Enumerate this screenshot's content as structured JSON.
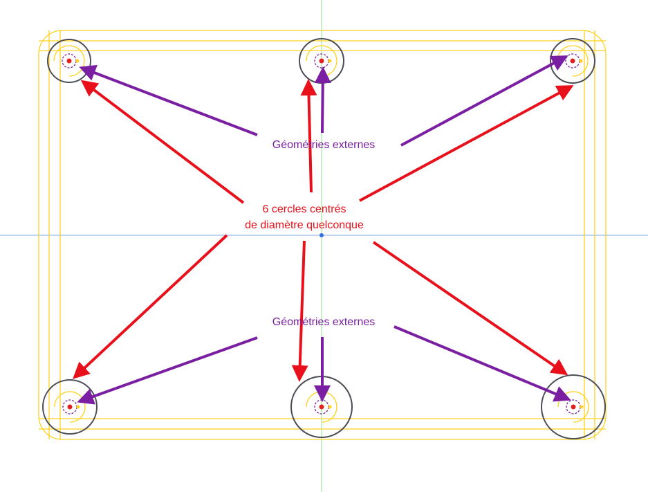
{
  "labels": {
    "external_top": "Géométries externes",
    "circles_line1": "6 cercles centrés",
    "circles_line2": "de diamètre quelconque",
    "external_bottom": "Géométries externes"
  },
  "colors": {
    "construction": "#ffd21f",
    "circle": "#4a4d55",
    "external": "#7b1fa2",
    "centred": "#e8101a",
    "axis_v": "#8fe08f",
    "axis_h": "#7fa8e0"
  }
}
